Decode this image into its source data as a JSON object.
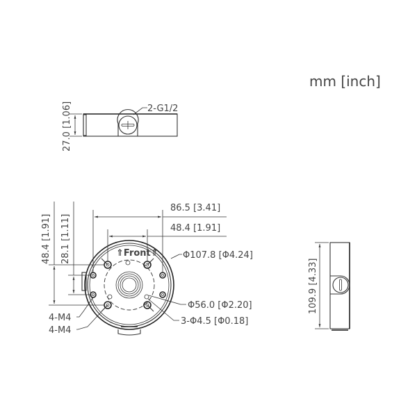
{
  "units_label": "mm [inch]",
  "side_view_top": {
    "height_label": "27.0 [1.06]",
    "thread_label": "2-G1/2"
  },
  "top_view": {
    "front_label": "⇑Front⇑",
    "front_text": "Front",
    "width_outer_label": "86.5 [3.41]",
    "width_inner_label": "48.4 [1.91]",
    "height_outer_label": "48.4 [1.91]",
    "height_inner_label": "28.1 [1.11]",
    "outer_diameter_label": "Φ107.8 [Φ4.24]",
    "inner_diameter_label": "Φ56.0 [Φ2.20]",
    "holes_label": "3-Φ4.5 [Φ0.18]",
    "screw_label_1": "4-M4",
    "screw_label_2": "4-M4"
  },
  "side_view_right": {
    "height_label": "109.9 [4.33]"
  }
}
